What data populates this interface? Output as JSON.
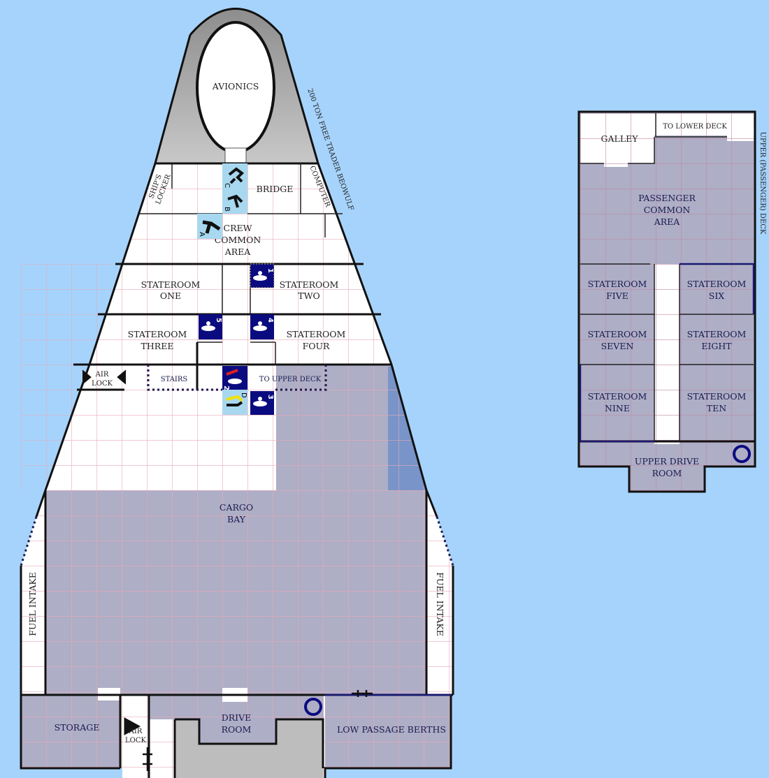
{
  "colors": {
    "background": "#a6d3fb",
    "room_white": "#ffffff",
    "room_gray": "#aeaec6",
    "grid": "#e6a9b8",
    "hull": "#111111",
    "token_navy": "#0b0b80",
    "token_light": "#a8d8f0",
    "nose_gray": "#b4b4b4"
  },
  "ship_name": "200 TON FREE TRADER BEOWULF",
  "lower_deck": {
    "rooms": {
      "avionics": "AVIONICS",
      "bridge": "BRIDGE",
      "ships_locker": [
        "SHIP'S",
        "LOCKER"
      ],
      "computer": "COMPUTER",
      "crew_common": [
        "CREW",
        "COMMON",
        "AREA"
      ],
      "stateroom_one": [
        "STATEROOM",
        "ONE"
      ],
      "stateroom_two": [
        "STATEROOM",
        "TWO"
      ],
      "stateroom_three": [
        "STATEROOM",
        "THREE"
      ],
      "stateroom_four": [
        "STATEROOM",
        "FOUR"
      ],
      "air_lock_top": [
        "AIR",
        "LOCK"
      ],
      "stairs": "STAIRS",
      "to_upper_deck": "TO UPPER DECK",
      "cargo_bay": [
        "CARGO",
        "BAY"
      ],
      "fuel_intake_left": "FUEL INTAKE",
      "fuel_intake_right": "FUEL INTAKE",
      "storage": "STORAGE",
      "air_lock_bottom": [
        "AIR",
        "LOCK"
      ],
      "drive_room": [
        "DRIVE",
        "ROOM"
      ],
      "low_passage": "LOW PASSAGE BERTHS"
    },
    "tokens": [
      {
        "label": "C",
        "kind": "crew"
      },
      {
        "label": "B",
        "kind": "crew"
      },
      {
        "label": "A",
        "kind": "crew"
      },
      {
        "label": "D",
        "kind": "crew"
      },
      {
        "label": "1",
        "kind": "passenger"
      },
      {
        "label": "5",
        "kind": "passenger"
      },
      {
        "label": "4",
        "kind": "passenger"
      },
      {
        "label": "2",
        "kind": "passenger"
      },
      {
        "label": "3",
        "kind": "passenger"
      }
    ]
  },
  "upper_deck": {
    "title": "UPPER (PASSENGER) DECK",
    "rooms": {
      "galley": "GALLEY",
      "to_lower_deck": "TO LOWER DECK",
      "passenger_common": [
        "PASSENGER",
        "COMMON",
        "AREA"
      ],
      "stateroom_five": [
        "STATEROOM",
        "FIVE"
      ],
      "stateroom_six": [
        "STATEROOM",
        "SIX"
      ],
      "stateroom_seven": [
        "STATEROOM",
        "SEVEN"
      ],
      "stateroom_eight": [
        "STATEROOM",
        "EIGHT"
      ],
      "stateroom_nine": [
        "STATEROOM",
        "NINE"
      ],
      "stateroom_ten": [
        "STATEROOM",
        "TEN"
      ],
      "upper_drive": [
        "UPPER DRIVE",
        "ROOM"
      ]
    }
  }
}
